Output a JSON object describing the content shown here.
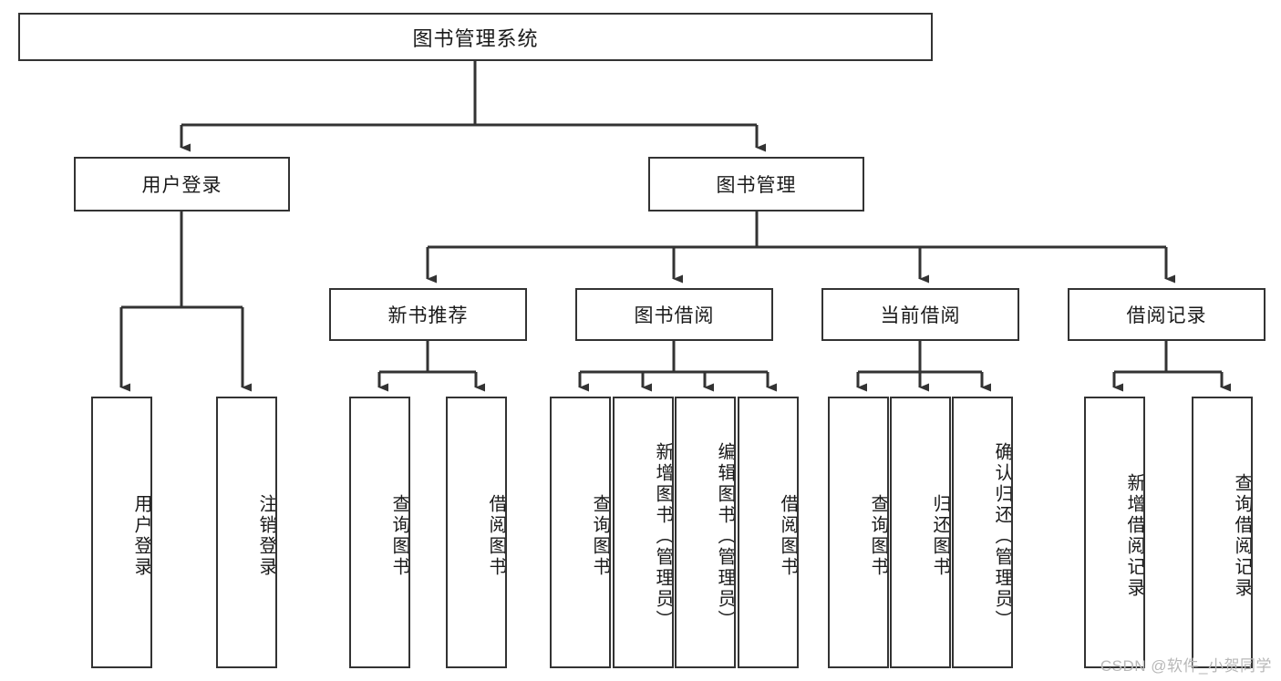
{
  "diagram": {
    "type": "tree-hierarchy-chart",
    "title": "图书管理系统",
    "watermark": "CSDN @软件_小贺同学",
    "colors": {
      "box_border": "#333333",
      "box_fill": "#ffffff",
      "connector": "#333333",
      "text": "#1a1a1a",
      "watermark": "#b8b8b8"
    },
    "root": {
      "label": "图书管理系统"
    },
    "level2": [
      {
        "label": "用户登录"
      },
      {
        "label": "图书管理"
      }
    ],
    "level3": [
      {
        "label": "新书推荐"
      },
      {
        "label": "图书借阅"
      },
      {
        "label": "当前借阅"
      },
      {
        "label": "借阅记录"
      }
    ],
    "leaves": {
      "user_login": [
        {
          "label": "用户登录"
        },
        {
          "label": "注销登录"
        }
      ],
      "new_book": [
        {
          "label": "查询图书"
        },
        {
          "label": "借阅图书"
        }
      ],
      "book_borrow": [
        {
          "label": "查询图书"
        },
        {
          "label": "新增图书（管理员）"
        },
        {
          "label": "编辑图书（管理员）"
        },
        {
          "label": "借阅图书"
        }
      ],
      "current_borrow": [
        {
          "label": "查询图书"
        },
        {
          "label": "归还图书"
        },
        {
          "label": "确认归还（管理员）"
        }
      ],
      "borrow_record": [
        {
          "label": "新增借阅记录"
        },
        {
          "label": "查询借阅记录"
        }
      ]
    }
  }
}
